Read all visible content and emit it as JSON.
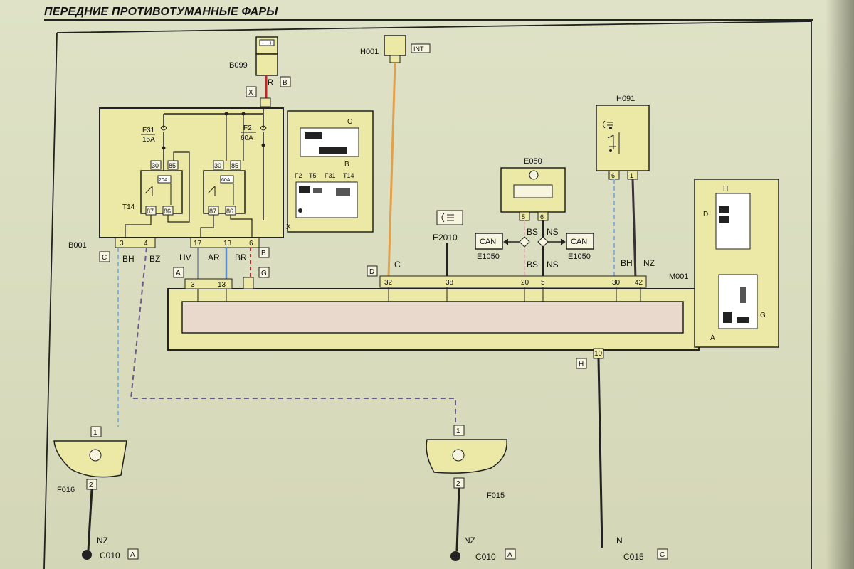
{
  "title": "ПЕРЕДНИЕ ПРОТИВОТУМАННЫЕ ФАРЫ",
  "components": {
    "battery": {
      "label": "B099",
      "pos_sign": "+",
      "neg_sign": "-"
    },
    "fuse_box": {
      "label": "B001",
      "fuse_f31": {
        "name": "F31",
        "rating": "15A"
      },
      "fuse_f2": {
        "name": "F2",
        "rating": "60A"
      },
      "relay_t14": {
        "label": "T14",
        "pin30": "30",
        "pin85": "85",
        "pin87": "87",
        "pin86": "86",
        "rating": "20A"
      },
      "relay_t5": {
        "pin30": "30",
        "pin85": "85",
        "pin87": "87",
        "pin86": "86",
        "rating": "60A"
      }
    },
    "fuse_location": {
      "c": "C",
      "b": "B",
      "x": "X",
      "labels": [
        "F2",
        "T5",
        "F31",
        "T14"
      ]
    },
    "h001": {
      "label": "H001",
      "tag": "INT"
    },
    "e2010": {
      "label": "E2010"
    },
    "e050": {
      "label": "E050",
      "pin5": "5",
      "pin6": "6"
    },
    "h091": {
      "label": "H091",
      "pin6": "6",
      "pin1": "1"
    },
    "m001": {
      "label": "M001"
    },
    "can_left": {
      "label": "CAN",
      "id": "E1050"
    },
    "can_right": {
      "label": "CAN",
      "id": "E1050"
    },
    "f016": {
      "label": "F016",
      "pin1": "1",
      "pin2": "2"
    },
    "f015": {
      "label": "F015",
      "pin1": "1",
      "pin2": "2"
    },
    "location_view": {
      "h": "H",
      "d": "D",
      "g": "G",
      "a": "A"
    }
  },
  "connector_tags": {
    "x": "X",
    "b_top": "B",
    "c": "C",
    "b_fuse": "B",
    "a": "A",
    "g": "G",
    "d": "D",
    "h": "H"
  },
  "fusebox_pins": {
    "p3": "3",
    "p4": "4",
    "p17": "17",
    "p13": "13",
    "p6": "6"
  },
  "m001_pins": {
    "p3": "3",
    "p13": "13",
    "p32": "32",
    "p38": "38",
    "p20": "20",
    "p5": "5",
    "p30": "30",
    "p42": "42",
    "p10": "10"
  },
  "wire_codes": {
    "r": "R",
    "bh_fuse": "BH",
    "bz": "BZ",
    "hv": "HV",
    "ar": "AR",
    "br": "BR",
    "c": "C",
    "bs_top": "BS",
    "ns_top": "NS",
    "bs_bot": "BS",
    "ns_bot": "NS",
    "bh_h091": "BH",
    "nz_h091": "NZ",
    "nz_f016": "NZ",
    "nz_f015": "NZ",
    "n_c015": "N"
  },
  "grounds": {
    "c010_left": {
      "label": "C010",
      "tag": "A"
    },
    "c010_right": {
      "label": "C010",
      "tag": "A"
    },
    "c015": {
      "label": "C015",
      "tag": "C"
    }
  },
  "colors": {
    "component_fill": "#ece9a6",
    "wire_red": "#c0282a",
    "wire_orange": "#e2a04a",
    "wire_blue": "#5b8fcf",
    "wire_dark": "#222222",
    "wire_dashed_blue": "#8ab1d8",
    "wire_dashed_purple": "#6a5a8a"
  }
}
